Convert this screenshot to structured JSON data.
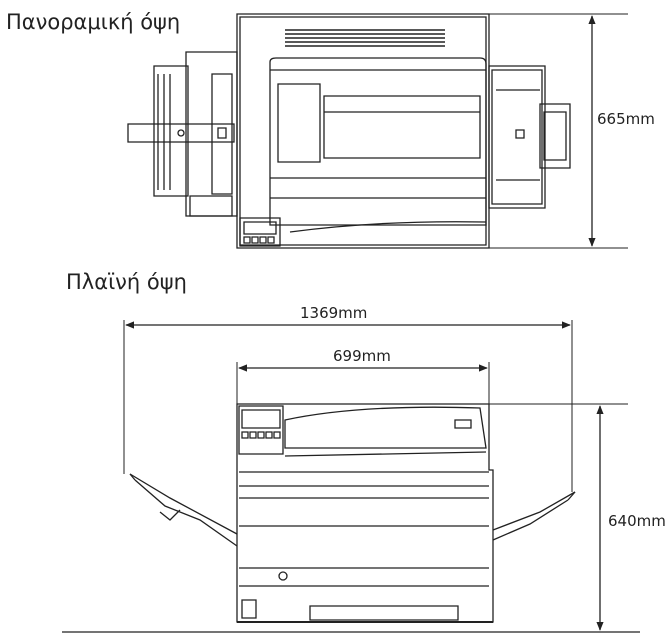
{
  "views": {
    "top": {
      "title": "Πανοραμική όψη",
      "depth_label": "665mm"
    },
    "side": {
      "title": "Πλαϊνή όψη",
      "total_width_label": "1369mm",
      "body_width_label": "699mm",
      "height_label": "640mm"
    }
  }
}
